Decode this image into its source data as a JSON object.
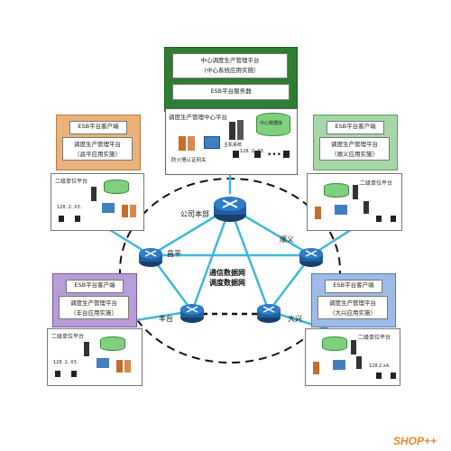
{
  "center": {
    "title": "中心调度生产管理平台",
    "subtitle": "（中心系统应用实施）",
    "esb_server": "ESB平台服务器",
    "platform_label": "调度生产管理中心平台",
    "db_label": "中心数据库",
    "server_label": "主机系统",
    "ip_label": "128. 2. X3.",
    "firewall_label": "防火墙认证网关"
  },
  "clients": {
    "changping": {
      "header": "ESB平台客户端",
      "line1": "调度生产管理平台",
      "line2": "（昌平应用实施）"
    },
    "shunyi": {
      "header": "ESB平台客户端",
      "line1": "调度生产管理平台",
      "line2": "（顺义应用实施）"
    },
    "fengtai": {
      "header": "ESB平台客户端",
      "line1": "调度生产管理平台",
      "line2": "（丰台应用实施）"
    },
    "daxing": {
      "header": "ESB平台客户端",
      "line1": "调度生产管理平台",
      "line2": "（大兴应用实施）"
    }
  },
  "subplatforms": {
    "left_top": {
      "label": "二级单位平台",
      "ip": "128. 2. X3."
    },
    "right_top": {
      "label": "二级单位平台"
    },
    "left_bottom": {
      "label": "二级单位平台",
      "ip": "128. 2. X3."
    },
    "right_bottom": {
      "label": "二级单位平台",
      "ip": "128.2.x4."
    }
  },
  "network": {
    "hq": "公司本部",
    "changping": "昌平",
    "shunyi": "顺义",
    "fengtai": "丰台",
    "daxing": "大兴",
    "center_line1": "通信数据网",
    "center_line2": "调度数据网"
  },
  "watermark": "SHOP++",
  "colors": {
    "center_box": "#2e7d32",
    "changping_box": "#d9a06a",
    "shunyi_box": "#7cbf7c",
    "fengtai_box": "#8e6fb8",
    "daxing_box": "#6f95c9",
    "link": "#3fb8d8",
    "router": "#1f5fa0"
  }
}
